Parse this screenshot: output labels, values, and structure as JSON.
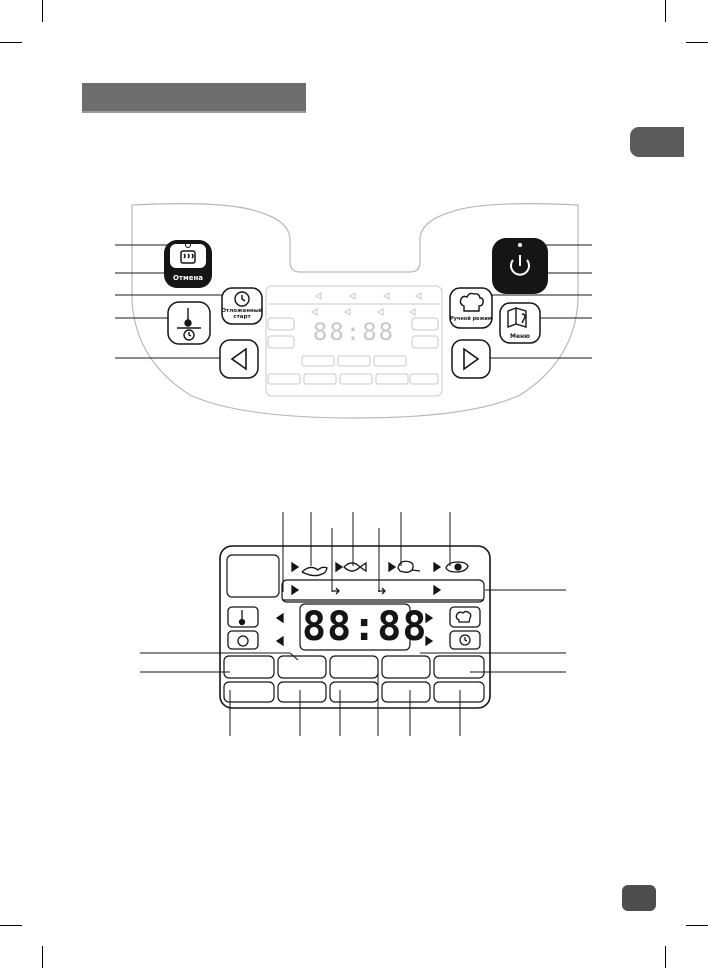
{
  "colors": {
    "header_bar": "#6e6e6e",
    "tab": "#5b5b5b",
    "outline": "#1a1a1a",
    "faint": "#c8c8c8"
  },
  "control_panel": {
    "buttons": {
      "keep_warm_cancel": {
        "label": "Отмена",
        "icon": "steam-pot-icon"
      },
      "delayed_start": {
        "label_line1": "Отложенный",
        "label_line2": "старт",
        "icon": "clock-icon"
      },
      "temp_time": {
        "icon": "thermometer-timer-icon"
      },
      "left_arrow": {
        "icon": "arrow-left-icon"
      },
      "power": {
        "icon": "power-icon"
      },
      "manual_mode": {
        "label": "Ручной режим",
        "icon": "chef-hat-icon"
      },
      "menu": {
        "label": "Меню",
        "icon": "menu-book-icon"
      },
      "right_arrow": {
        "icon": "arrow-right-icon"
      }
    },
    "display_digits": "88:88"
  },
  "display_detail": {
    "digits": "88:88",
    "food_icons": [
      "vegetables-icon",
      "fish-icon",
      "poultry-icon",
      "meat-icon"
    ]
  }
}
